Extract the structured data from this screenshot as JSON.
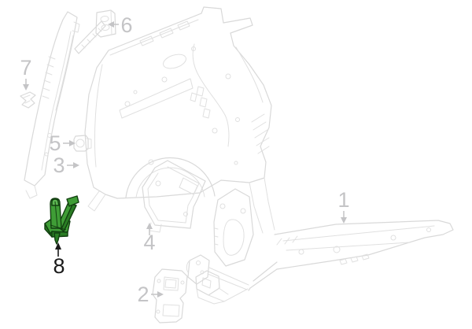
{
  "diagram": {
    "type": "auto-parts-catalog-exploded-view",
    "background_color": "#ffffff",
    "line_color": "#d9d9d9",
    "label_color": "#c4c4c6",
    "highlight": {
      "fill_color": "#3f9d36",
      "shade_color": "#2a7d24",
      "outline_color": "#123f10",
      "label_color": "#1a1a1a"
    },
    "callouts": [
      {
        "label": "1",
        "highlighted": false,
        "arrow_direction": "down"
      },
      {
        "label": "2",
        "highlighted": false,
        "arrow_direction": "right"
      },
      {
        "label": "3",
        "highlighted": false,
        "arrow_direction": "right"
      },
      {
        "label": "4",
        "highlighted": false,
        "arrow_direction": "up"
      },
      {
        "label": "5",
        "highlighted": false,
        "arrow_direction": "right"
      },
      {
        "label": "6",
        "highlighted": false,
        "arrow_direction": "left"
      },
      {
        "label": "7",
        "highlighted": false,
        "arrow_direction": "down"
      },
      {
        "label": "8",
        "highlighted": true,
        "arrow_direction": "up"
      }
    ]
  }
}
